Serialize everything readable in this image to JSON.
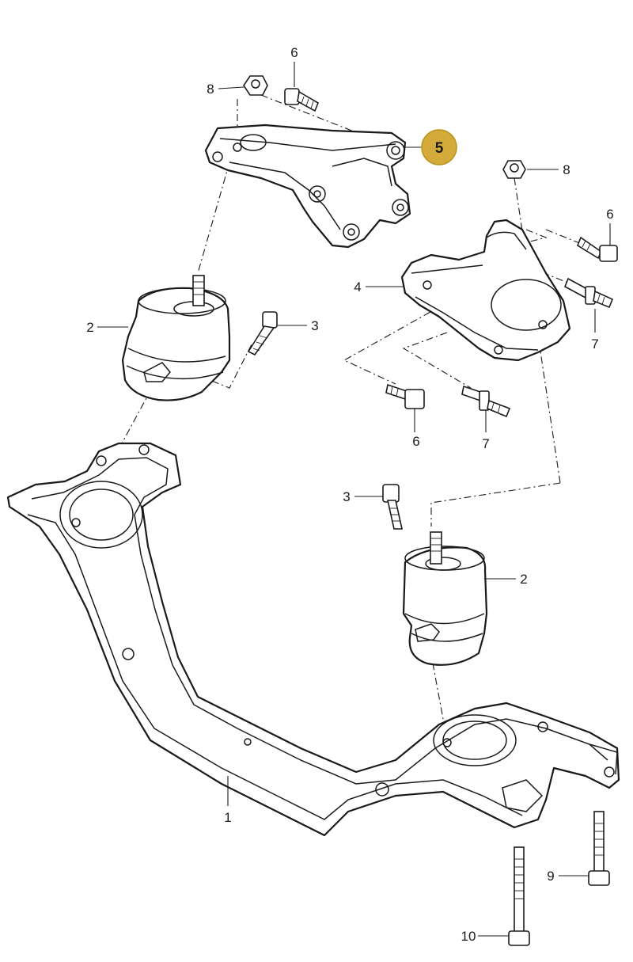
{
  "callouts": {
    "c1": "1",
    "c2a": "2",
    "c2b": "2",
    "c3a": "3",
    "c3b": "3",
    "c4": "4",
    "c5": "5",
    "c6a": "6",
    "c6b": "6",
    "c6c": "6",
    "c7a": "7",
    "c7b": "7",
    "c8a": "8",
    "c8b": "8",
    "c9": "9",
    "c10": "10"
  },
  "colors": {
    "highlight_badge": "#d4aa3a",
    "line": "#1a1a1a",
    "background": "#ffffff"
  }
}
